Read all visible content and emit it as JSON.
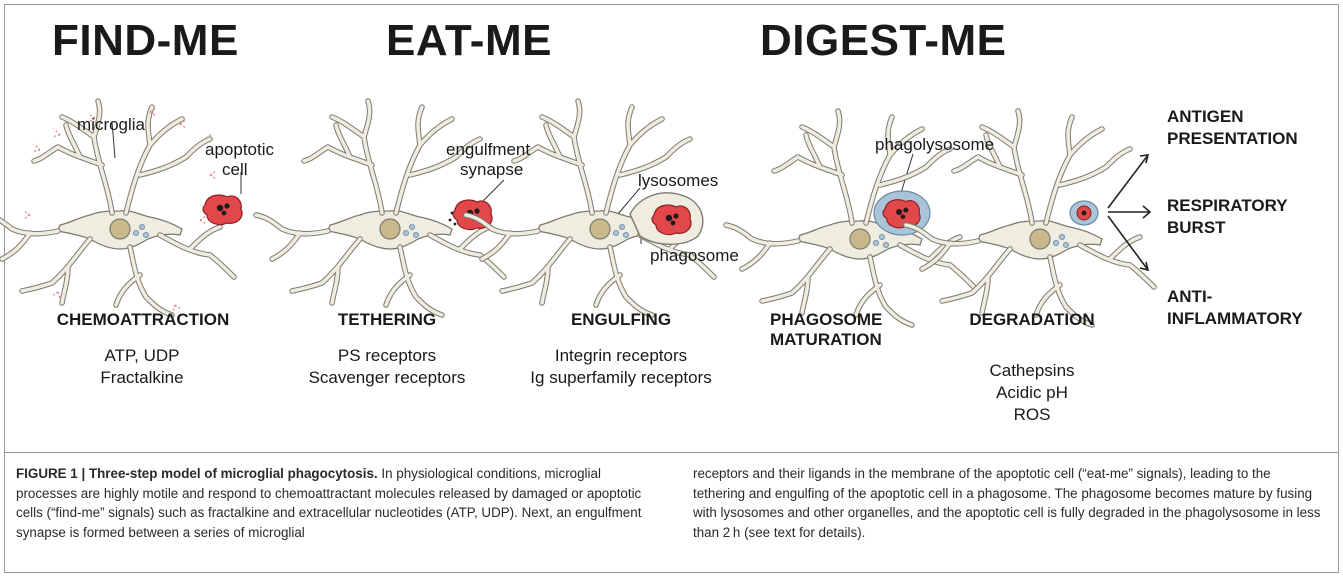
{
  "stages": {
    "find": "FIND-ME",
    "eat": "EAT-ME",
    "digest": "DIGEST-ME"
  },
  "labels": {
    "microglia": "microglia",
    "apoptotic_1": "apoptotic",
    "apoptotic_2": "cell",
    "engulfment_1": "engulfment",
    "engulfment_2": "synapse",
    "lysosomes": "lysosomes",
    "phagosome": "phagosome",
    "phagolysosome": "phagolysosome"
  },
  "steps": {
    "chemoattraction": "CHEMOATTRACTION",
    "tethering": "TETHERING",
    "engulfing": "ENGULFING",
    "phagosome_1": "PHAGOSOME",
    "phagosome_2": "MATURATION",
    "degradation": "DEGRADATION"
  },
  "molecules": {
    "chemo_1": "ATP, UDP",
    "chemo_2": "Fractalkine",
    "teth_1": "PS receptors",
    "teth_2": "Scavenger receptors",
    "engulf_1": "Integrin receptors",
    "engulf_2": "Ig superfamily receptors",
    "degr_1": "Cathepsins",
    "degr_2": "Acidic pH",
    "degr_3": "ROS"
  },
  "outcomes": {
    "antigen_1": "ANTIGEN",
    "antigen_2": "PRESENTATION",
    "resp_1": "RESPIRATORY",
    "resp_2": "BURST",
    "anti_1": "ANTI-",
    "anti_2": "INFLAMMATORY"
  },
  "caption": {
    "figure_label": "FIGURE 1 | Three-step model of microglial phagocytosis.",
    "col1_rest": " In physiological conditions, microglial processes are highly motile and respond to chemoattractant molecules released by damaged or apoptotic cells (“find-me” signals) such as fractalkine and extracellular nucleotides (ATP, UDP). Next, an engulfment synapse is formed between a series of microglial",
    "col2": "receptors and their ligands in the membrane of the apoptotic cell (“eat-me” signals), leading to the tethering and engulfing of the apoptotic cell in a phagosome. The phagosome becomes mature by fusing with lysosomes and other organelles, and the apoptotic cell is fully degraded in the phagolysosome in less than 2 h (see text for details)."
  },
  "colors": {
    "cell_fill": "#efece0",
    "cell_stroke": "#7c7a72",
    "nucleus": "#c9b98a",
    "apoptotic": "#e2474a",
    "lysosome": "#a9c4d8",
    "find_me_signal": "#e88b8b"
  }
}
